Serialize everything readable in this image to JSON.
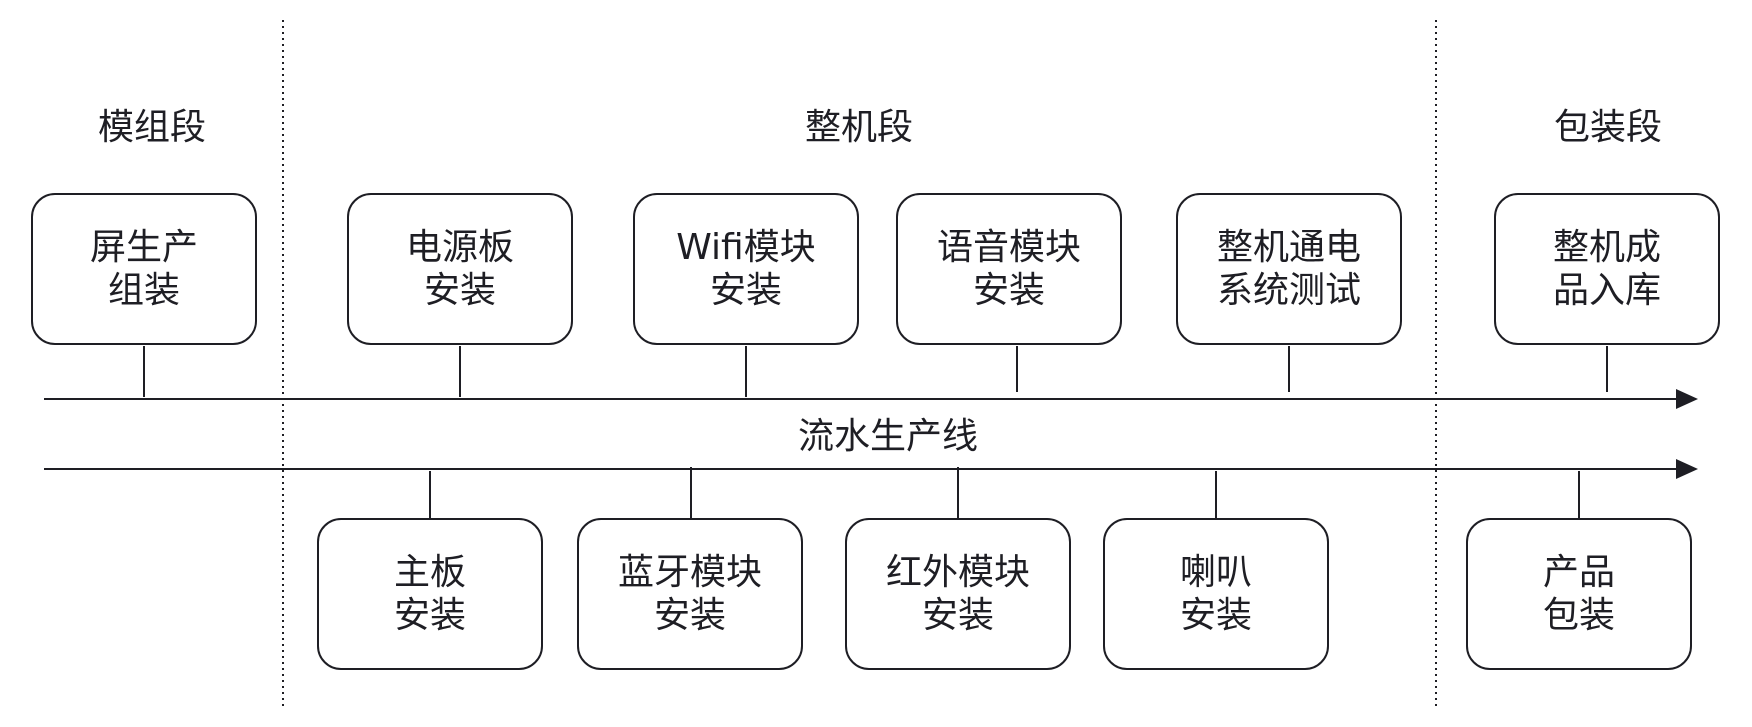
{
  "sections": {
    "module": "模组段",
    "assembly": "整机段",
    "packaging": "包装段"
  },
  "line_label": "流水生产线",
  "top_steps": [
    {
      "line1": "屏生产",
      "line2": "组装"
    },
    {
      "line1": "电源板",
      "line2": "安装"
    },
    {
      "line1": "Wifi模块",
      "line2": "安装"
    },
    {
      "line1": "语音模块",
      "line2": "安装"
    },
    {
      "line1": "整机通电",
      "line2": "系统测试"
    },
    {
      "line1": "整机成",
      "line2": "品入库"
    }
  ],
  "bottom_steps": [
    {
      "line1": "主板",
      "line2": "安装"
    },
    {
      "line1": "蓝牙模块",
      "line2": "安装"
    },
    {
      "line1": "红外模块",
      "line2": "安装"
    },
    {
      "line1": "喇叭",
      "line2": "安装"
    },
    {
      "line1": "产品",
      "line2": "包装"
    }
  ],
  "colors": {
    "stroke": "#1e1e24",
    "background": "#ffffff"
  }
}
